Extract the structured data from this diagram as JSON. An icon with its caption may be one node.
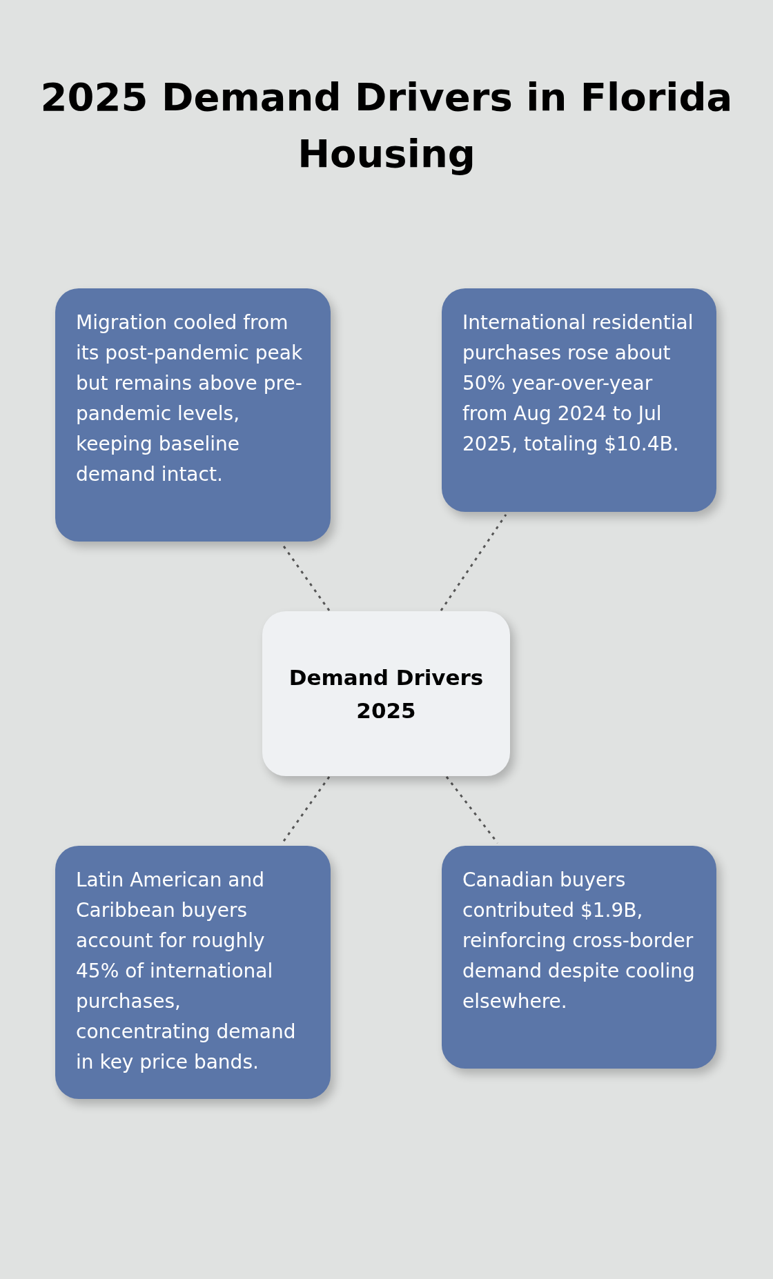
{
  "diagram": {
    "title": "2025 Demand Drivers in Florida Housing",
    "nodes": [
      {
        "text": [
          "Migration cooled from its post-pandemic peak but remains above pre-pandemic levels, keeping baseline demand intact."
        ]
      },
      {
        "text": [
          "International residential purchases rose about 50% year-over-year from Aug 2024 to Jul 2025, totaling $10.4B."
        ]
      },
      {
        "text": [
          "Demand Drivers 2025"
        ]
      },
      {
        "text": [
          "Latin American and Caribbean buyers account for roughly 45% of international purchases, concentrating demand in key price bands."
        ]
      },
      {
        "text": [
          "Canadian buyers contributed $1.9B, reinforcing cross-border demand despite cooling elsewhere."
        ]
      }
    ],
    "edges": [
      {
        "from": 2,
        "to": 0,
        "arrow": "none",
        "style": "dashed"
      },
      {
        "from": 2,
        "to": 1,
        "arrow": "none",
        "style": "dashed"
      },
      {
        "from": 2,
        "to": 3,
        "arrow": "none",
        "style": "dashed"
      },
      {
        "from": 2,
        "to": 4,
        "arrow": "none",
        "style": "dashed"
      }
    ]
  }
}
